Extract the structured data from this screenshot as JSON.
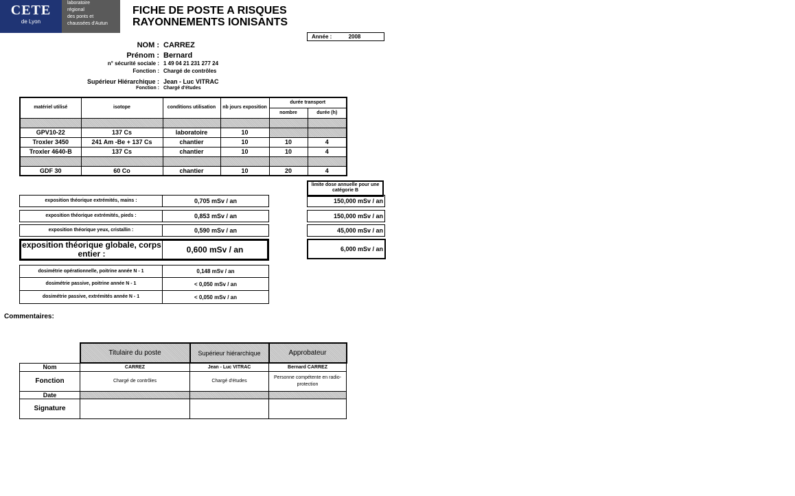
{
  "logo": {
    "brand": "CETE",
    "city": "de Lyon",
    "lab_lines": [
      "laboratoire",
      "régional",
      "des ponts et",
      "chaussées d'Autun"
    ]
  },
  "title": {
    "line1": "FICHE DE POSTE A RISQUES",
    "line2": "RAYONNEMENTS IONISANTS"
  },
  "year": {
    "label": "Année :",
    "value": "2008"
  },
  "identity": [
    {
      "label": "NOM :",
      "value": "CARREZ"
    },
    {
      "label": "Prénom :",
      "value": "Bernard"
    },
    {
      "label": "n° sécurité sociale :",
      "value": "1 49 04 21 231 277 24"
    },
    {
      "label": "Fonction :",
      "value": "Chargé de contrôles"
    },
    {
      "label": "Supérieur Hiérarchique :",
      "value": "Jean - Luc VITRAC"
    },
    {
      "label": "Fonction :",
      "value": "Chargé d'études"
    }
  ],
  "equipment": {
    "headers": {
      "materiel": "matériel utilisé",
      "isotope": "isotope",
      "conditions": "conditions utilisation",
      "jours": "nb jours exposition",
      "transport": "durée transport",
      "nombre": "nombre",
      "duree": "durée (h)"
    },
    "rows": [
      {
        "materiel": "",
        "isotope": "",
        "conditions": "",
        "jours": "",
        "nombre": "",
        "duree": "",
        "grey": true
      },
      {
        "materiel": "GPV10-22",
        "isotope": "137 Cs",
        "conditions": "laboratoire",
        "jours": "10",
        "nombre": "",
        "duree": "",
        "grey_transport": true
      },
      {
        "materiel": "Troxler 3450",
        "isotope": "241 Am -Be + 137 Cs",
        "conditions": "chantier",
        "jours": "10",
        "nombre": "10",
        "duree": "4"
      },
      {
        "materiel": "Troxler 4640-B",
        "isotope": "137 Cs",
        "conditions": "chantier",
        "jours": "10",
        "nombre": "10",
        "duree": "4"
      },
      {
        "materiel": "",
        "isotope": "",
        "conditions": "",
        "jours": "",
        "nombre": "",
        "duree": "",
        "grey": true
      },
      {
        "materiel": "GDF 30",
        "isotope": "60 Co",
        "conditions": "chantier",
        "jours": "10",
        "nombre": "20",
        "duree": "4"
      }
    ]
  },
  "limit_header": "limite dose annuelle pour une catégorie B",
  "exposure": [
    {
      "label": "exposition théorique extrémités, mains :",
      "value": "0,705 mSv / an",
      "limit": "150,000 mSv / an"
    },
    {
      "label": "exposition théorique extrémités, pieds :",
      "value": "0,853 mSv / an",
      "limit": "150,000 mSv / an"
    },
    {
      "label": "exposition théorique yeux, cristallin :",
      "value": "0,590 mSv / an",
      "limit": "45,000 mSv / an"
    },
    {
      "label": "exposition théorique globale, corps entier :",
      "value": "0,600 mSv / an",
      "limit": "6,000 mSv / an"
    }
  ],
  "dosimetry": [
    {
      "label": "dosimétrie opérationnelle, poitrine année N - 1",
      "value": "0,148 mSv / an"
    },
    {
      "label": "dosimétrie passive, poitrine année N - 1",
      "value": "< 0,050 mSv / an"
    },
    {
      "label": "dosimétrie passive, extrémités année N - 1",
      "value": "< 0,050 mSv / an"
    }
  ],
  "comments_label": "Commentaires:",
  "signatures": {
    "columns": [
      "Titulaire du poste",
      "Supérieur hiérarchique",
      "Approbateur"
    ],
    "row_labels": {
      "nom": "Nom",
      "fonction": "Fonction",
      "date": "Date",
      "signature": "Signature"
    },
    "nom": [
      "CARREZ",
      "Jean - Luc VITRAC",
      "Bernard CARREZ"
    ],
    "fonction": [
      "Chargé de contrôles",
      "Chargé d'études",
      "Personne compétente en radio-protection"
    ]
  }
}
